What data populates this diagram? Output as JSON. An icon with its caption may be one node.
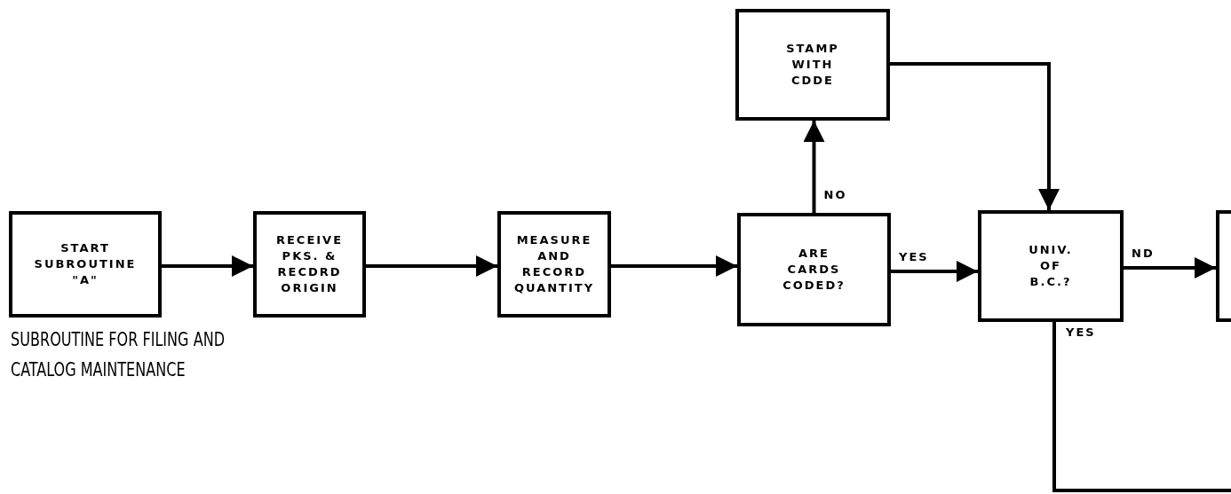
{
  "diagram": {
    "caption": "SUBROUTINE FOR FILING AND CATALOG MAINTENANCE",
    "nodes": [
      {
        "text": [
          "START SUBROUTINE \"A\""
        ]
      },
      {
        "text": [
          "RECEIVE PKS. & RECDRD ORIGIN"
        ]
      },
      {
        "text": [
          "MEASURE AND RECORD QUANTITY"
        ]
      },
      {
        "text": [
          "ARE CARDS CODED?"
        ]
      },
      {
        "text": [
          "STAMP WITH CDDE"
        ]
      },
      {
        "text": [
          "UNIV. OF B.C.?"
        ]
      },
      {
        "text": [],
        "shape": "box"
      }
    ],
    "edges": [
      {
        "from": 0,
        "to": 1,
        "arrow": "to"
      },
      {
        "from": 1,
        "to": 2,
        "arrow": "to"
      },
      {
        "from": 2,
        "to": 3,
        "arrow": "to"
      },
      {
        "from": 3,
        "to": 4,
        "arrow": "to",
        "label": "NO"
      },
      {
        "from": 3,
        "to": 5,
        "arrow": "to",
        "label": "YES"
      },
      {
        "from": 4,
        "to": 5,
        "arrow": "to"
      },
      {
        "from": 5,
        "to": 6,
        "arrow": "to",
        "label": "ND"
      },
      {
        "from": 5,
        "to": null,
        "arrow": "none",
        "label": "YES"
      }
    ]
  }
}
